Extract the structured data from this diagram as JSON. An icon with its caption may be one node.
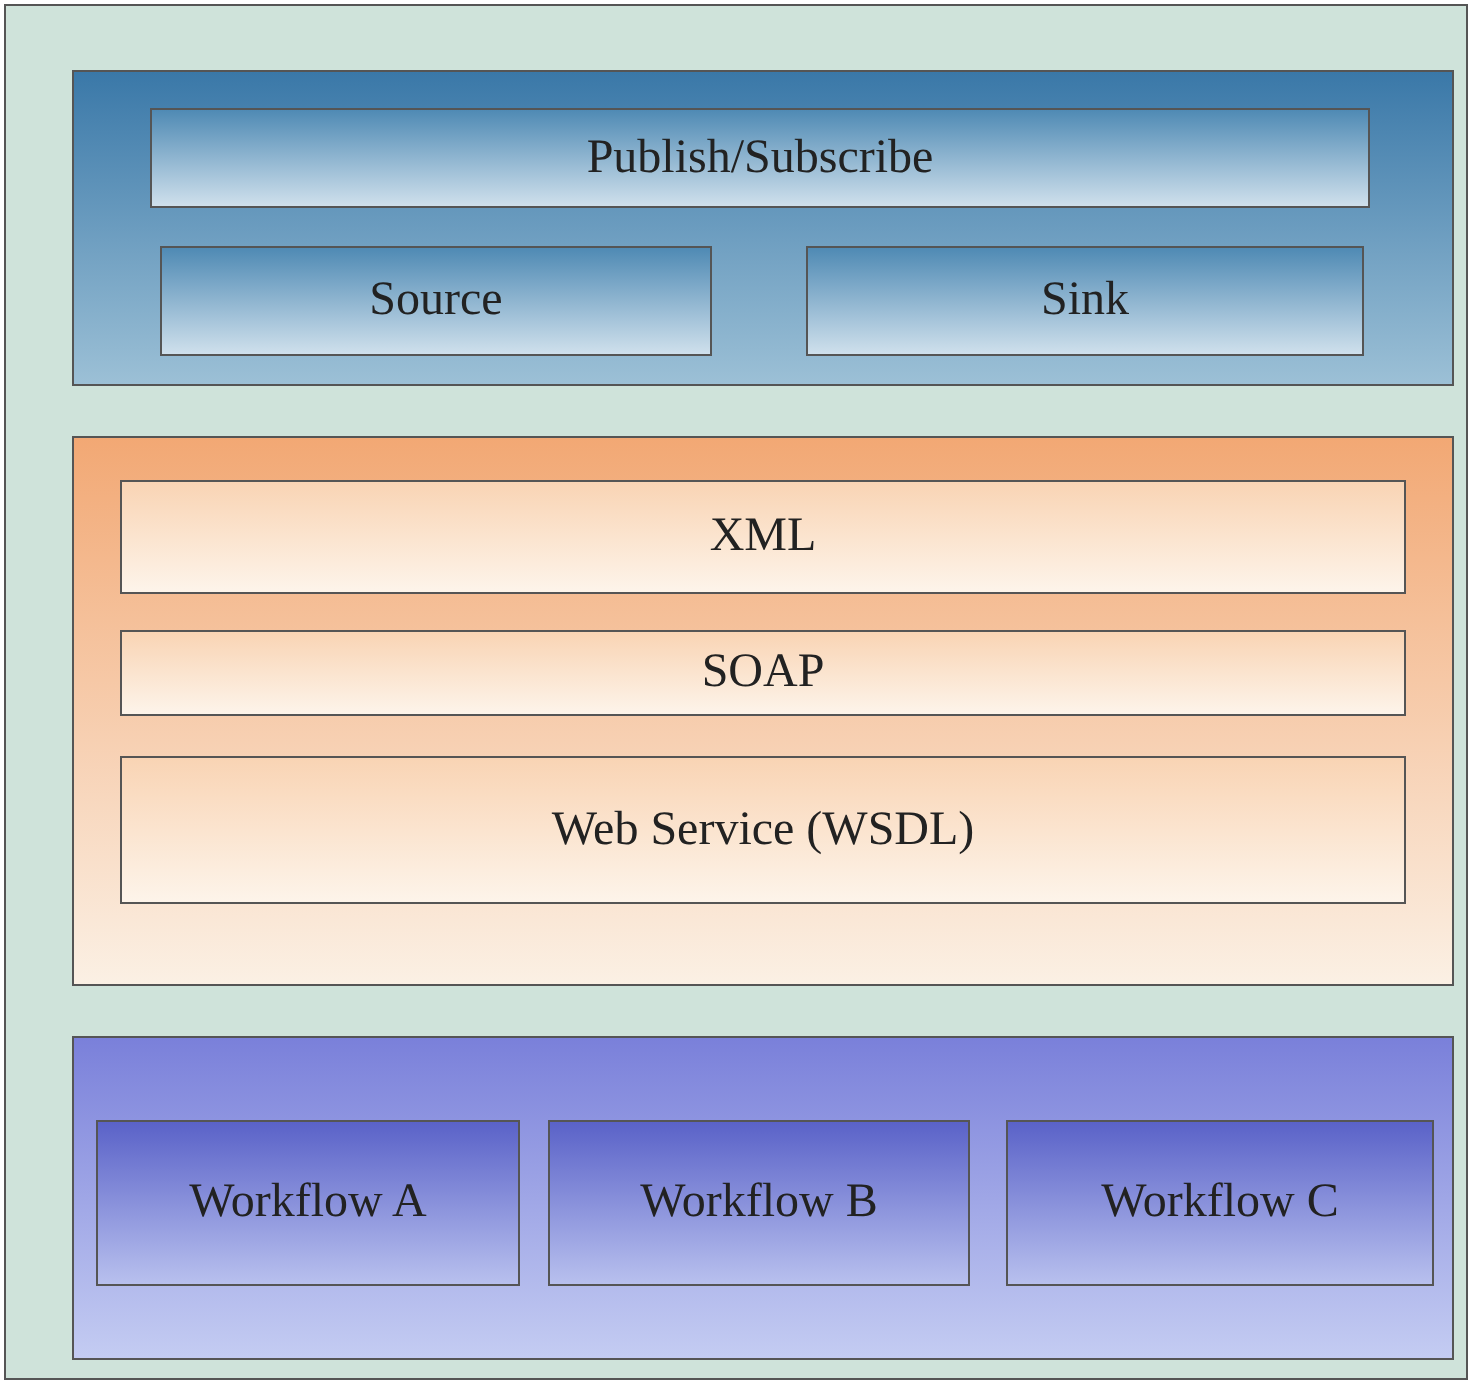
{
  "diagram": {
    "nodes": [
      {
        "text": [],
        "shape": "box"
      },
      {
        "text": [],
        "shape": "box",
        "in": 0
      },
      {
        "text": [
          "Publish/Subscribe"
        ],
        "in": 1
      },
      {
        "text": [
          "Source"
        ],
        "in": 1
      },
      {
        "text": [
          "Sink"
        ],
        "in": 1
      },
      {
        "text": [],
        "shape": "box",
        "in": 0
      },
      {
        "text": [
          "XML"
        ],
        "in": 5
      },
      {
        "text": [
          "SOAP"
        ],
        "in": 5
      },
      {
        "text": [
          "Web Service (WSDL)"
        ],
        "in": 5
      },
      {
        "text": [],
        "shape": "box",
        "in": 0
      },
      {
        "text": [
          "Workflow A"
        ],
        "in": 9
      },
      {
        "text": [
          "Workflow B"
        ],
        "in": 9
      },
      {
        "text": [
          "Workflow C"
        ],
        "in": 9
      }
    ]
  }
}
